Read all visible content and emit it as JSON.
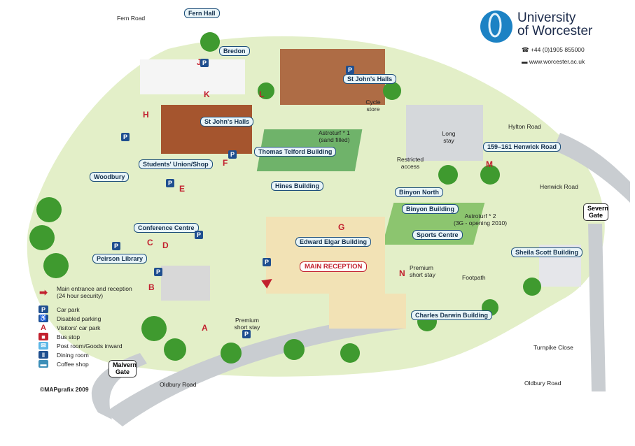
{
  "brand": {
    "line1": "University",
    "line2": "of Worcester",
    "phone": "+44 (0)1905 855000",
    "web": "www.worcester.ac.uk",
    "phone_icon": "phone-icon",
    "web_icon": "computer-icon"
  },
  "buildings": {
    "fern_hall": "Fern Hall",
    "bredon": "Bredon",
    "st_johns_halls_1": "St John's Halls",
    "st_johns_halls_2": "St John's Halls",
    "thomas_telford": "Thomas Telford Building",
    "students_union": "Students' Union/Shop",
    "woodbury": "Woodbury",
    "hines": "Hines Building",
    "binyon_north": "Binyon North",
    "binyon": "Binyon Building",
    "conference": "Conference Centre",
    "sports": "Sports Centre",
    "edward_elgar": "Edward Elgar Building",
    "peirson": "Peirson Library",
    "main_reception": "MAIN RECEPTION",
    "charles_darwin": "Charles Darwin Building",
    "henwick": "159–161 Henwick Road",
    "sheila_scott": "Sheila Scott Building"
  },
  "places": {
    "fern_road": "Fern Road",
    "cycle_store": "Cycle store",
    "astroturf1": "Astroturf * 1",
    "astroturf1_sub": "(sand filled)",
    "long_stay": "Long stay",
    "hylton_road": "Hylton Road",
    "restricted": "Restricted access",
    "henwick_road": "Henwick Road",
    "astroturf2": "Astroturf * 2",
    "astroturf2_sub": "(3G - opening 2010)",
    "premium_short_stay": "Premium short stay",
    "premium_short_stay_2": "Premium short stay",
    "footpath": "Footpath",
    "turnpike": "Turnpike Close",
    "oldbury_road_1": "Oldbury Road",
    "oldbury_road_2": "Oldbury Road"
  },
  "gates": {
    "severn": "Severn Gate",
    "malvern": "Malvern Gate"
  },
  "zone_letters": [
    "J",
    "K",
    "L",
    "H",
    "F",
    "E",
    "C",
    "D",
    "B",
    "A",
    "G",
    "M",
    "N"
  ],
  "legend": [
    {
      "icon": "arrow-icon",
      "label": "Main entrance and reception (24 hour security)"
    },
    {
      "icon": "P",
      "label": "Car park"
    },
    {
      "icon": "disabled-icon",
      "label": "Disabled parking"
    },
    {
      "icon": "A",
      "label": "Visitors' car park"
    },
    {
      "icon": "bus-icon",
      "label": "Bus stop"
    },
    {
      "icon": "mail-icon",
      "label": "Post room/Goods inward"
    },
    {
      "icon": "dining-icon",
      "label": "Dining room"
    },
    {
      "icon": "coffee-icon",
      "label": "Coffee shop"
    }
  ],
  "copyright": "©MAPgrafix 2009",
  "colors": {
    "grass": "#e3efc8",
    "tree": "#3f9a2f",
    "road": "#c9cdd1",
    "building": "#f2e2b5",
    "brick": "#a5552e",
    "label_border": "#1d4f7a",
    "accent": "#c2202e"
  }
}
